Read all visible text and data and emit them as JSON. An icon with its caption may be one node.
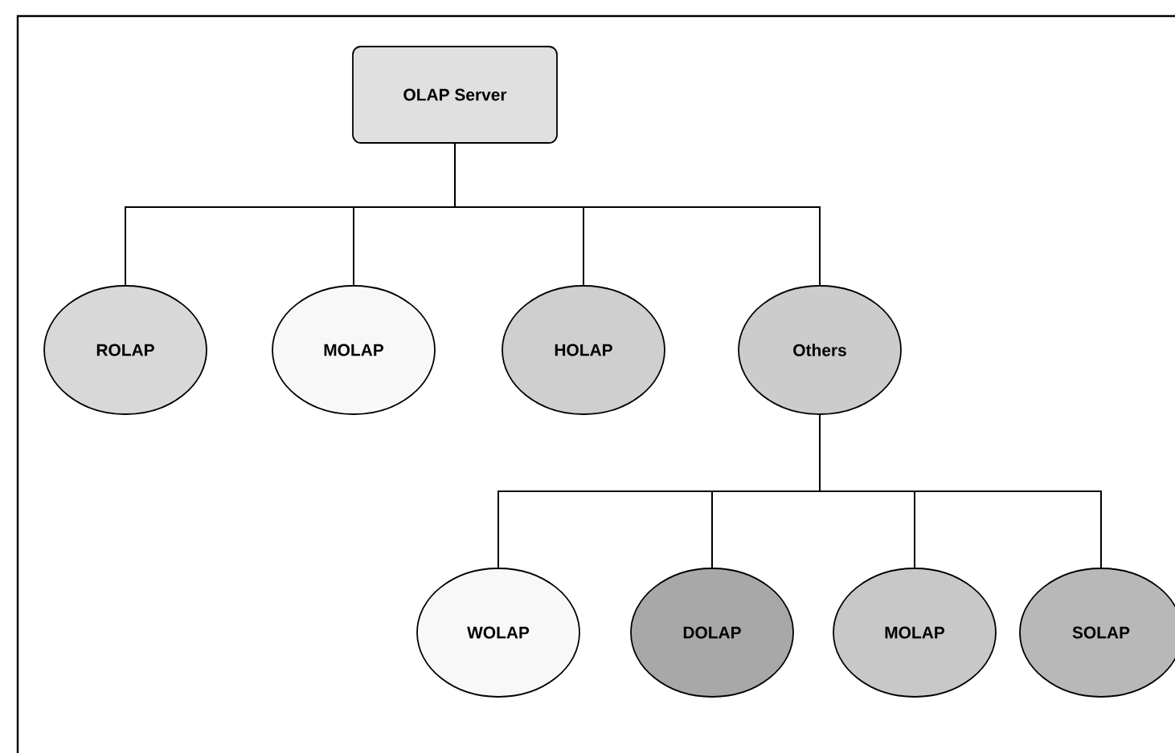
{
  "diagram": {
    "nodes": [
      {
        "text": [
          "OLAP Server"
        ]
      },
      {
        "text": [
          "ROLAP"
        ]
      },
      {
        "text": [
          "MOLAP"
        ]
      },
      {
        "text": [
          "HOLAP"
        ]
      },
      {
        "text": [
          "Others"
        ]
      },
      {
        "text": [
          "WOLAP"
        ]
      },
      {
        "text": [
          "DOLAP"
        ]
      },
      {
        "text": [
          "MOLAP"
        ]
      },
      {
        "text": [
          "SOLAP"
        ]
      }
    ],
    "edges": [
      {
        "from": 0,
        "to": 1,
        "arrow": "none"
      },
      {
        "from": 0,
        "to": 2,
        "arrow": "none"
      },
      {
        "from": 0,
        "to": 3,
        "arrow": "none"
      },
      {
        "from": 0,
        "to": 4,
        "arrow": "none"
      },
      {
        "from": 4,
        "to": 5,
        "arrow": "none"
      },
      {
        "from": 4,
        "to": 6,
        "arrow": "none"
      },
      {
        "from": 4,
        "to": 7,
        "arrow": "none"
      },
      {
        "from": 4,
        "to": 8,
        "arrow": "none"
      }
    ]
  }
}
